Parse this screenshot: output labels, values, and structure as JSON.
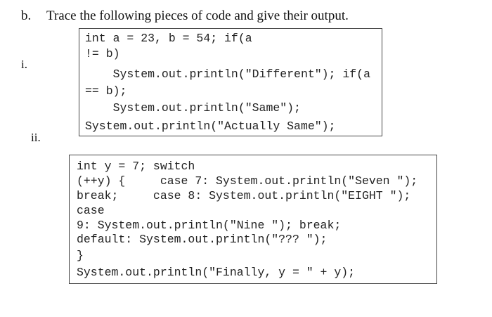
{
  "question": {
    "letter": "b.",
    "text": "Trace the following pieces of code and give their output."
  },
  "part_i": {
    "label": "i.",
    "lines": [
      "int a = 23, b = 54; if(a",
      "!= b)",
      "    System.out.println(\"Different\"); if(a",
      "== b);",
      "    System.out.println(\"Same\");",
      "System.out.println(\"Actually Same\");"
    ]
  },
  "part_ii": {
    "label": "ii.",
    "lines": [
      "int y = 7; switch",
      "(++y) {     case 7: System.out.println(\"Seven \");",
      "break;     case 8: System.out.println(\"EIGHT \");",
      "case",
      "9: System.out.println(\"Nine \"); break;",
      "default: System.out.println(\"??? \");",
      "}",
      "System.out.println(\"Finally, y = \" + y);"
    ]
  }
}
